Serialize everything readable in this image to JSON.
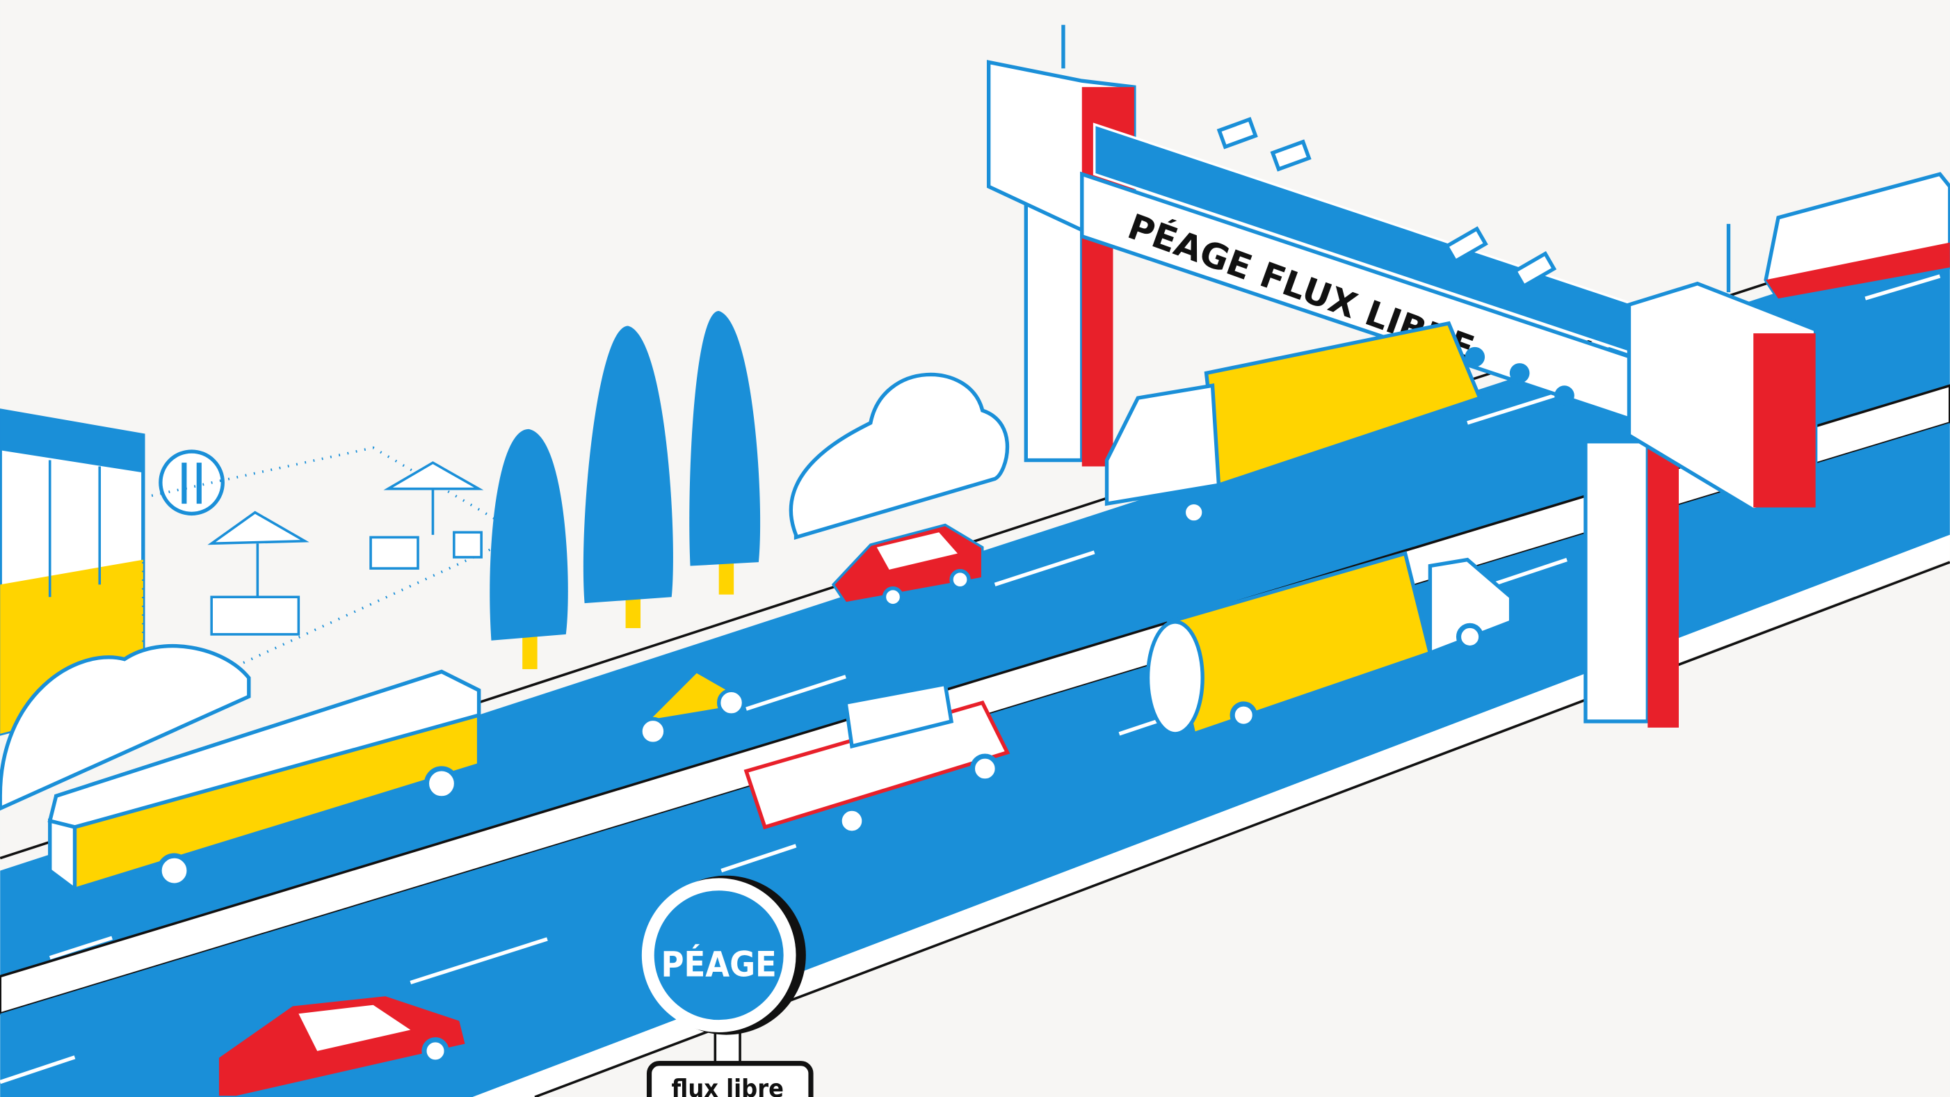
{
  "illustration": {
    "gantry_label": "PÉAGE FLUX LIBRE",
    "sign_label": "PÉAGE",
    "sign_plate_label": "flux libre",
    "restaurant_icon": "fork-knife-icon",
    "colors": {
      "background": "#f7f6f4",
      "road_blue": "#1a8fd8",
      "yellow": "#ffd400",
      "red": "#e8202a",
      "outline": "#1a8fd8",
      "black": "#111111"
    }
  }
}
